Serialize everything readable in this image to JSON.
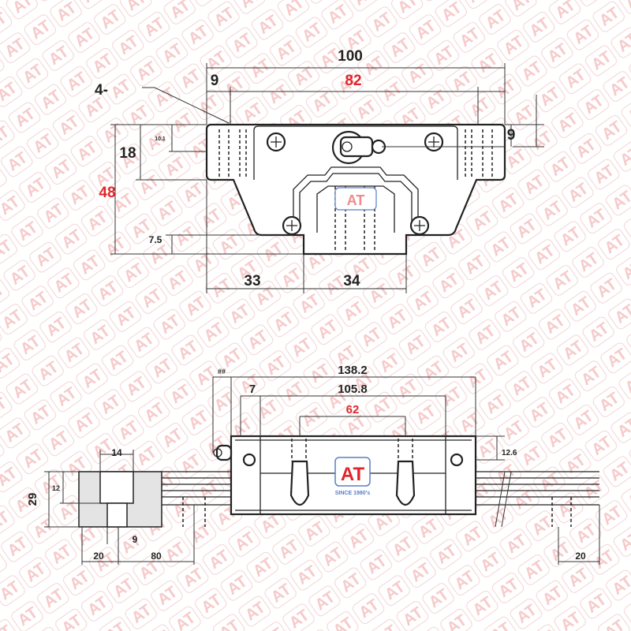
{
  "watermark": {
    "text": "AT",
    "color": "#f6caca"
  },
  "logo": {
    "text": "AT",
    "tagline": "SINCE 1980's",
    "text_color": "#e0262b",
    "frame_color": "#5b7fc4"
  },
  "front_view": {
    "hole_callout": "4-",
    "dims": {
      "overall_width": "100",
      "hole_spacing": "82",
      "flange_edge_left": "9",
      "flange_edge_right": "9",
      "block_height": "48",
      "flange_height": "18",
      "hole_depth": "10.1",
      "rail_clearance": "7.5",
      "side_width": "33",
      "rail_width": "34"
    }
  },
  "side_view": {
    "dims": {
      "grease_offset": "##",
      "overall_length": "138.2",
      "body_length": "105.8",
      "end_offset": "7",
      "hole_pitch": "62",
      "grease_height": "12.6",
      "rail_height": "29",
      "rail_hole_depth": "12",
      "rail_width": "14",
      "rail_hole_dia": "9",
      "end_distance": "20",
      "rail_pitch": "80",
      "end_distance_right": "20"
    }
  },
  "colors": {
    "highlight": "#e0262b",
    "line": "#222222"
  }
}
